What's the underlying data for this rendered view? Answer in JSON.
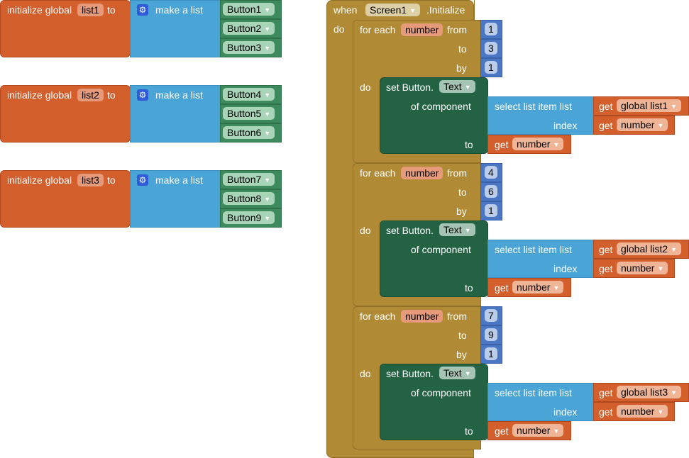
{
  "globals": [
    {
      "init_label": "initialize global",
      "name": "list1",
      "to_label": "to",
      "make_list_label": "make a list",
      "items": [
        "Button1",
        "Button2",
        "Button3"
      ]
    },
    {
      "init_label": "initialize global",
      "name": "list2",
      "to_label": "to",
      "make_list_label": "make a list",
      "items": [
        "Button4",
        "Button5",
        "Button6"
      ]
    },
    {
      "init_label": "initialize global",
      "name": "list3",
      "to_label": "to",
      "make_list_label": "make a list",
      "items": [
        "Button7",
        "Button8",
        "Button9"
      ]
    }
  ],
  "event": {
    "when_label": "when",
    "component": "Screen1",
    "event_name": ".Initialize",
    "do_label": "do"
  },
  "loops": [
    {
      "for_each": "for each",
      "var": "number",
      "from_label": "from",
      "from": "1",
      "to_label": "to",
      "to": "3",
      "by_label": "by",
      "by": "1",
      "do_label": "do",
      "set_label": "set Button.",
      "property": "Text",
      "of_component": "of component",
      "select_label": "select list item  list",
      "get_label": "get",
      "list_var": "global list1",
      "index_label": "index",
      "index_var": "number",
      "to2_label": "to",
      "value_var": "number"
    },
    {
      "for_each": "for each",
      "var": "number",
      "from_label": "from",
      "from": "4",
      "to_label": "to",
      "to": "6",
      "by_label": "by",
      "by": "1",
      "do_label": "do",
      "set_label": "set Button.",
      "property": "Text",
      "of_component": "of component",
      "select_label": "select list item  list",
      "get_label": "get",
      "list_var": "global list2",
      "index_label": "index",
      "index_var": "number",
      "to2_label": "to",
      "value_var": "number"
    },
    {
      "for_each": "for each",
      "var": "number",
      "from_label": "from",
      "from": "7",
      "to_label": "to",
      "to": "9",
      "by_label": "by",
      "by": "1",
      "do_label": "do",
      "set_label": "set Button.",
      "property": "Text",
      "of_component": "of component",
      "select_label": "select list item  list",
      "get_label": "get",
      "list_var": "global list3",
      "index_label": "index",
      "index_var": "number",
      "to2_label": "to",
      "value_var": "number"
    }
  ],
  "dropdown_arrow": "▼"
}
